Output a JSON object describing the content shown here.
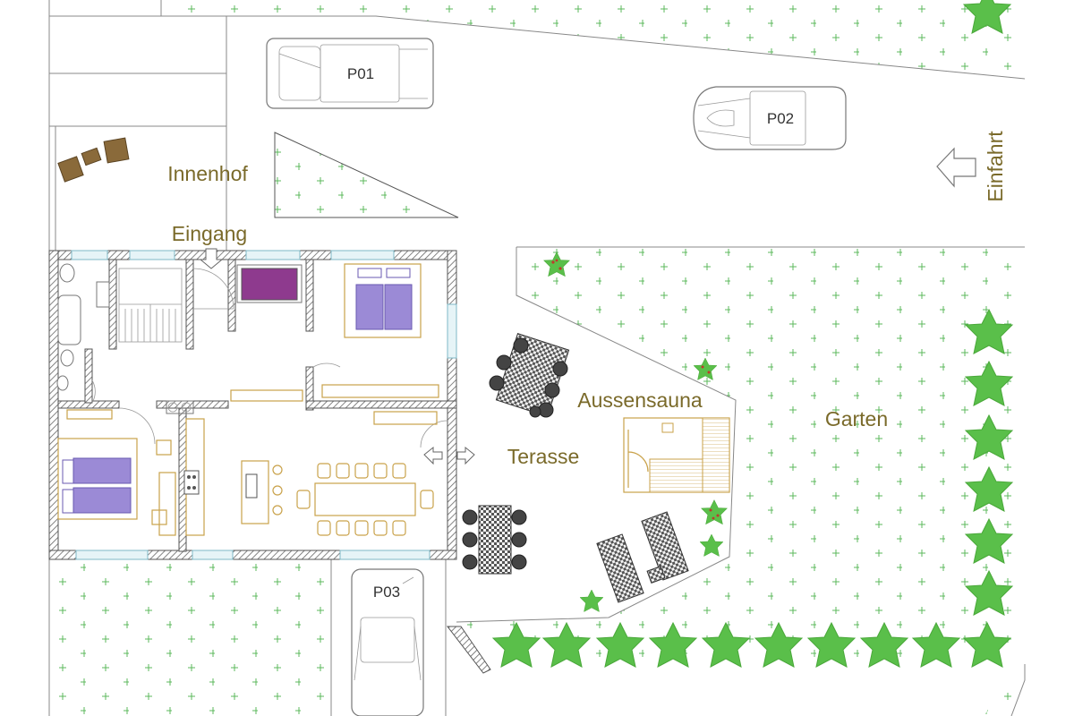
{
  "labels": {
    "innenhof": "Innenhof",
    "eingang": "Eingang",
    "einfahrt": "Einfahrt",
    "aussensauna": "Aussensauna",
    "garten": "Garten",
    "terasse": "Terasse"
  },
  "parking": {
    "p01": "P01",
    "p02": "P02",
    "p03": "P03"
  },
  "colors": {
    "label_text": "#7a6a2a",
    "lawn_cross": "#5cb85c",
    "tree": "#5abf4a",
    "bed": "#9b8ad6",
    "sofa": "#9b3a9b",
    "wood": "#c9a24a",
    "wall": "#666666"
  },
  "icons": {
    "entry_arrow": "arrow-down-icon",
    "driveway_arrow": "arrow-left-icon",
    "terrace_arrows": "double-arrow-icon"
  }
}
